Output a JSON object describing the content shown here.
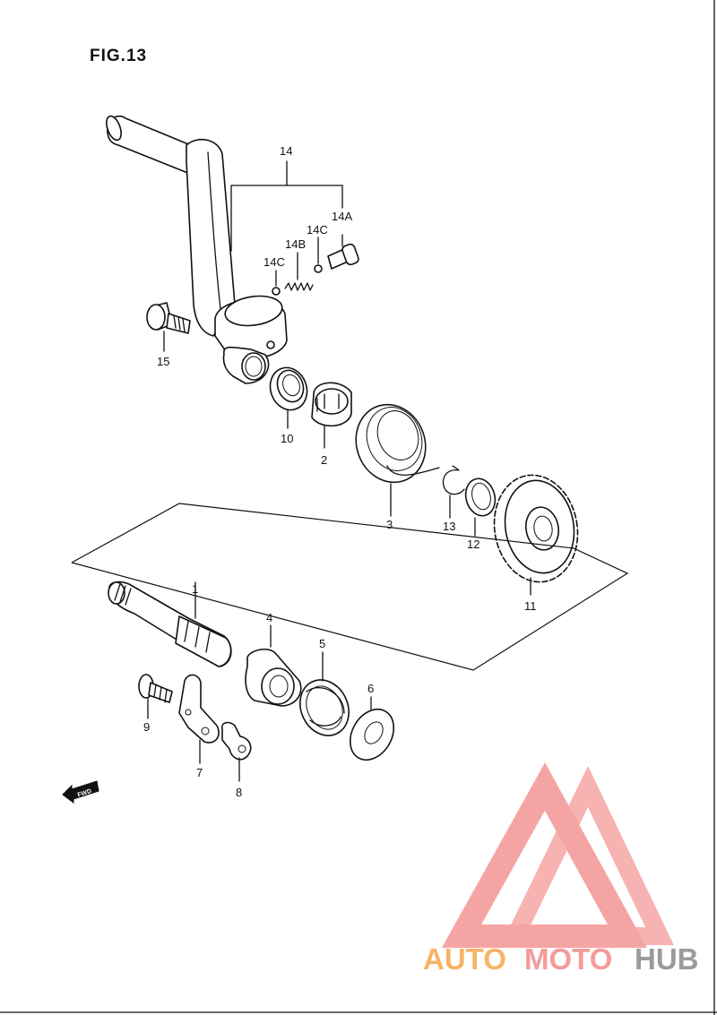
{
  "figure_title": "FIG.13",
  "labels": {
    "p14": "14",
    "p14A": "14A",
    "p14B": "14B",
    "p14C_upper": "14C",
    "p14C_lower": "14C",
    "p15": "15",
    "p10": "10",
    "p2": "2",
    "p3": "3",
    "p13": "13",
    "p12": "12",
    "p11": "11",
    "p1": "1",
    "p4": "4",
    "p5": "5",
    "p6": "6",
    "p9": "9",
    "p7": "7",
    "p8": "8"
  },
  "fwd_marker": "FWD",
  "watermark": {
    "part1": "AUTO",
    "part2": "MOTO",
    "part3": "HUB"
  },
  "colors": {
    "watermark_orange": "#f7b467",
    "watermark_red": "#f59b9b",
    "watermark_gray": "#9b9b9b",
    "ink": "#111111"
  }
}
